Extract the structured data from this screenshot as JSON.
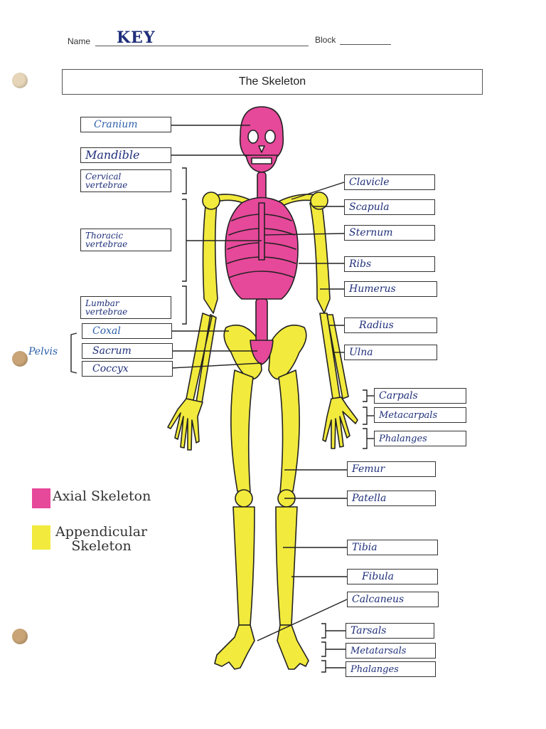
{
  "header": {
    "name_label": "Name",
    "name_value": "KEY",
    "block_label": "Block",
    "title": "The Skeleton"
  },
  "left_labels": {
    "cranium": "Cranium",
    "mandible": "Mandible",
    "cervical": "Cervical\nvertebrae",
    "thoracic": "Thoracic\nvertebrae",
    "lumbar": "Lumbar\nvertebrae",
    "coxal": "Coxal",
    "sacrum": "Sacrum",
    "coccyx": "Coccyx",
    "pelvis_group": "Pelvis"
  },
  "right_labels": {
    "clavicle": "Clavicle",
    "scapula": "Scapula",
    "sternum": "Sternum",
    "ribs": "Ribs",
    "humerus": "Humerus",
    "radius": "Radius",
    "ulna": "Ulna",
    "carpals": "Carpals",
    "metacarpals": "Metacarpals",
    "phalanges_hand": "Phalanges",
    "femur": "Femur",
    "patella": "Patella",
    "tibia": "Tibia",
    "fibula": "Fibula",
    "calcaneus": "Calcaneus",
    "tarsals": "Tarsals",
    "metatarsals": "Metatarsals",
    "phalanges_foot": "Phalanges"
  },
  "legend": {
    "axial": "Axial Skeleton",
    "appendicular": "Appendicular\nSkeleton"
  },
  "colors": {
    "axial": "#e6489a",
    "appendicular": "#f2ea3c",
    "ink": "#1f2f7a",
    "hole": "#c9a476"
  }
}
